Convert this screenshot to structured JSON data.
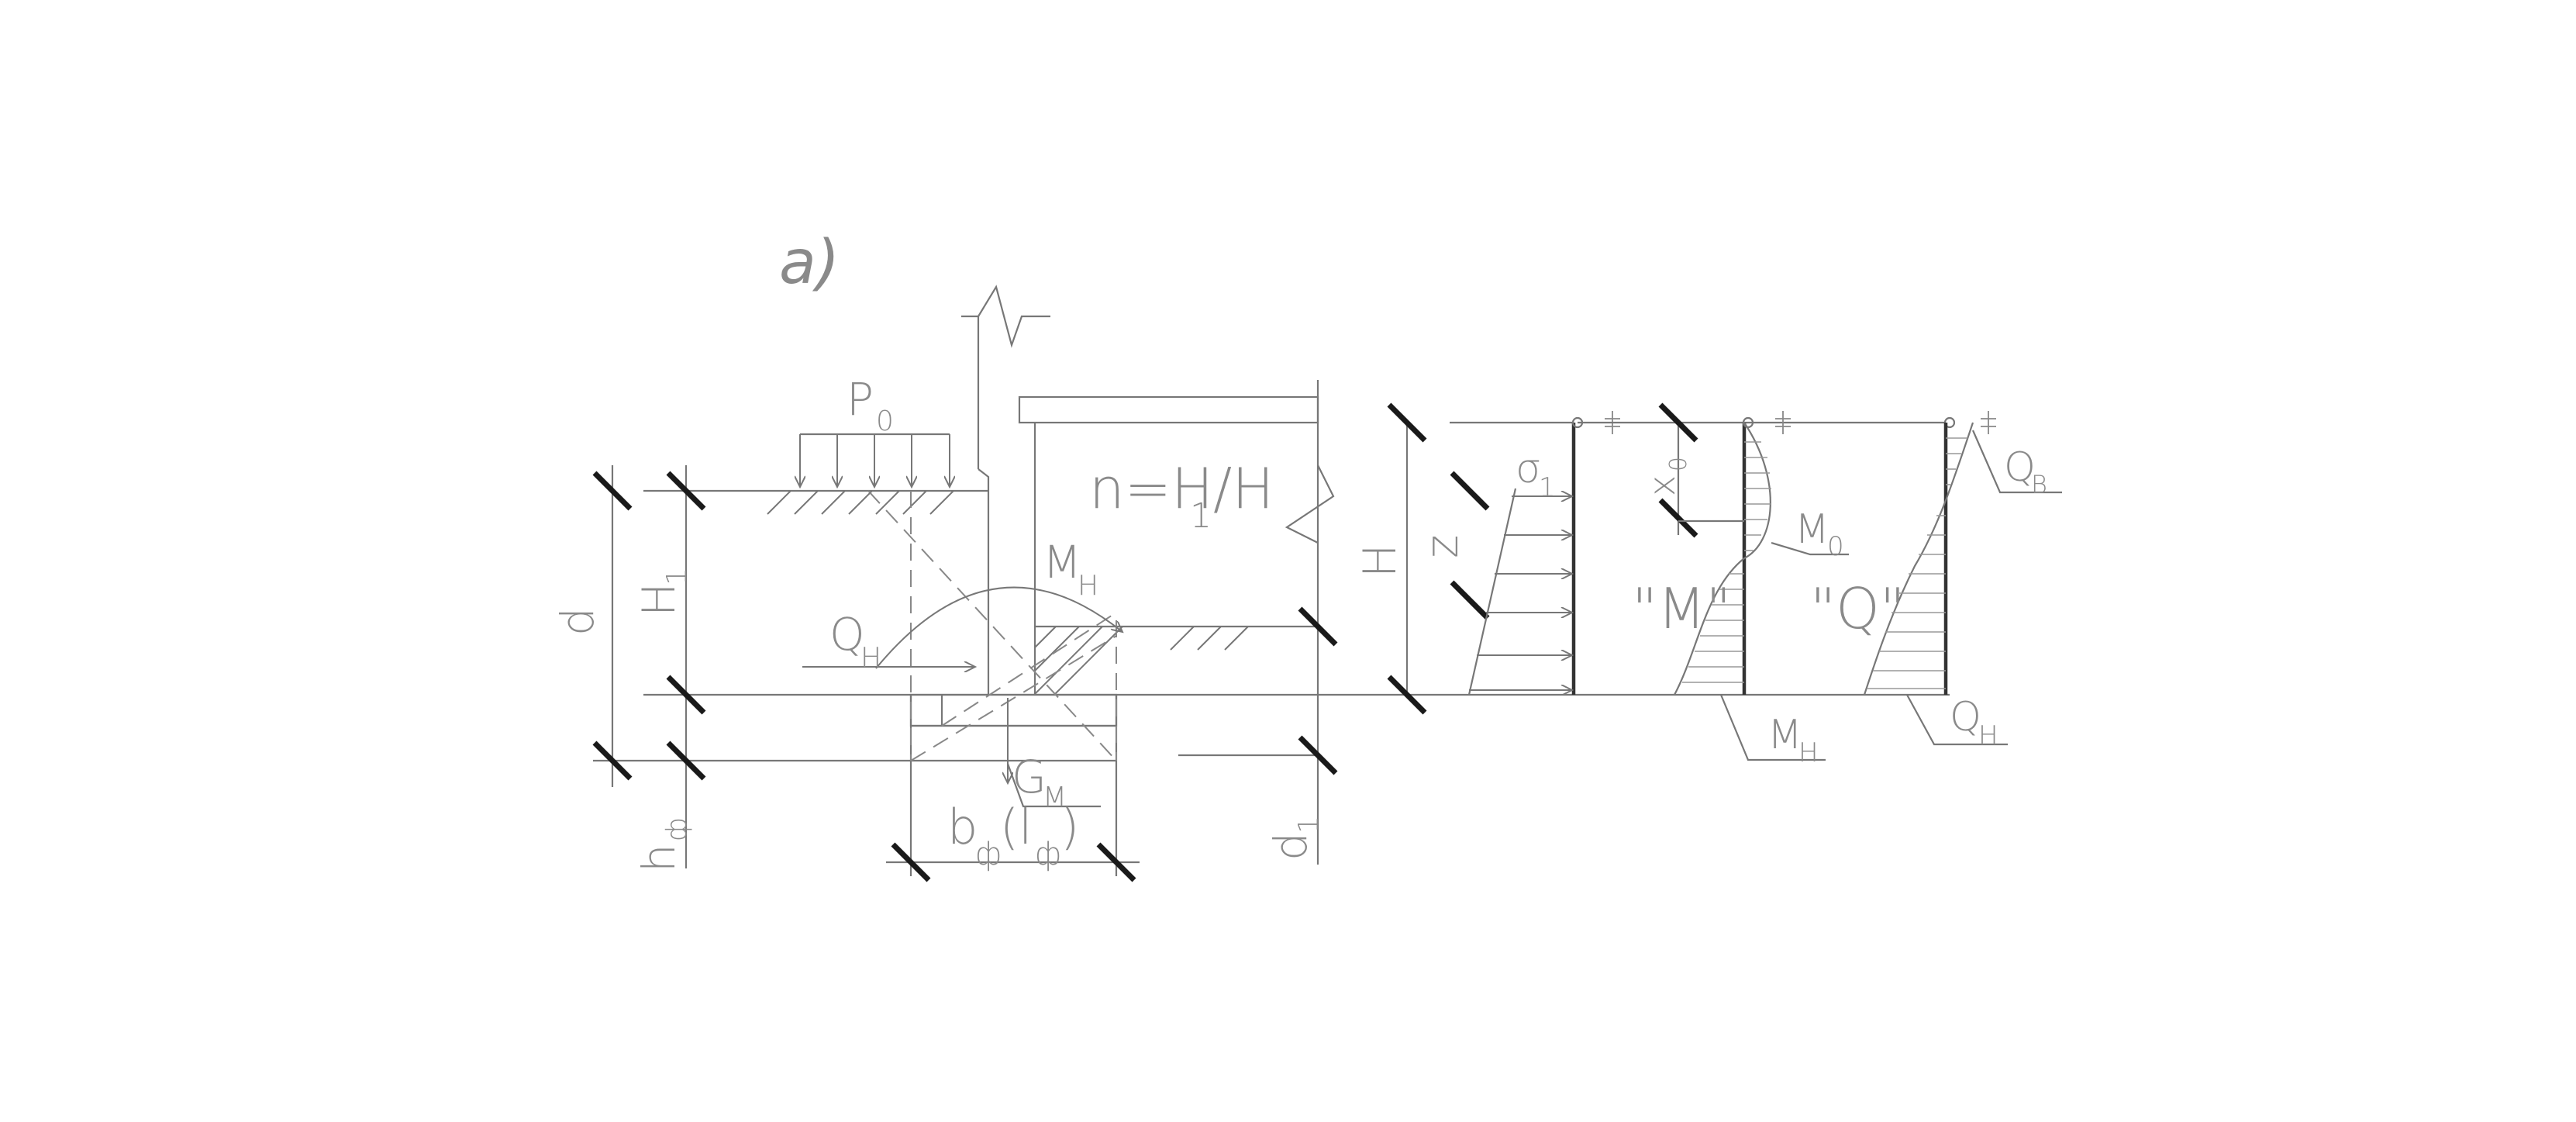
{
  "figure_label": "a)",
  "labels": {
    "p0": "P",
    "p0_sub": "0",
    "n_eq": "n=H",
    "n_eq_sub": "1",
    "n_eq_tail": "/H",
    "mh": "M",
    "mh_sub": "H",
    "qh": "Q",
    "qh_sub": "H",
    "d": "d",
    "h1": "H",
    "h1_sub": "1",
    "h": "H",
    "z": "z",
    "sigma": "σ",
    "sigma_sub": "1",
    "x0": "x",
    "x0_sub": "0",
    "m0": "M",
    "m0_sub": "0",
    "m_quoted": "\"M\"",
    "q_quoted": "\"Q\"",
    "qb": "Q",
    "qb_sub": "В",
    "mh_bottom": "M",
    "mh_bottom_sub": "H",
    "qh_bottom": "Q",
    "qh_bottom_sub": "H",
    "gm": "G",
    "gm_sub": "M",
    "bf": "b",
    "bf_sub": "ф",
    "bf_paren": "(l",
    "bf_paren_sub": "ф",
    "bf_close": ")",
    "hf": "h",
    "hf_sub": "ф",
    "d1": "d",
    "d1_sub": "1"
  }
}
